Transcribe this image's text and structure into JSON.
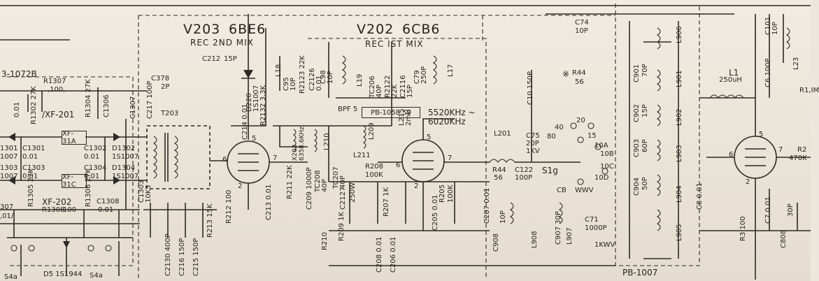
{
  "tubes": {
    "v203": {
      "ref": "V203",
      "type": "6BE6",
      "function": "REC 2ND MIX"
    },
    "v202": {
      "ref": "V202",
      "type": "6CB6",
      "function": "REC IST MIX"
    }
  },
  "boards": {
    "pb1058": "PB-1058.59",
    "pb1007": "PB-1007",
    "left": "3-1072B"
  },
  "filters": {
    "xf31a": "XF-31A",
    "xf31c": "XF-31C",
    "xf201": "/XF-201",
    "xf202": "XF-202"
  },
  "freq": {
    "line1": "5520KHz ~",
    "line2": "6020KHz"
  },
  "misc": {
    "bpf": "BPF 5",
    "s1g": "S1g",
    "cb": "CB",
    "wwv": "WWV",
    "rlim": "R1,IM",
    "r2": "R2",
    "hv": "1KWV",
    "marker": "※",
    "x203": "X203",
    "xtal": "6358.6KHz"
  },
  "labels": {
    "r1307": "R1307",
    "r1307v": ",100,",
    "r1302": "R1302 27K",
    "c1306": "C1306",
    "r1304": "R1304 27K",
    "c1301": "C1301",
    "c1301v": "0.01",
    "c1302": "C1302",
    "c1302v": "0.01",
    "d1302": "D1302",
    "d1302v": "1S1007",
    "c1303": "C1303",
    "c1303v": "0.01",
    "c1304": "C1304",
    "c1304v": "0.01",
    "d1304": "D1304",
    "d1304v": "1S1007",
    "r1305": "R1305 27K",
    "r1306": "R1306 27K",
    "c1308": "C1308",
    "c1308v": "0.01",
    "r1308": "R1308",
    "r1308v": "100",
    "t1301": "1301",
    "t1007a": "1007",
    "t1303": "1303",
    "t1007b": "1007",
    "t307": "307",
    "t01": ",01/",
    "t001": "0.01",
    "d5": "D5 1S1944",
    "s4a": "S4a",
    "s4b": "S4a",
    "c212": "C212",
    "c212v": "15P",
    "l18": "L18",
    "d220": "D220",
    "d220v": "1S1007",
    "c378": "C378",
    "c378v": "2P",
    "c217": "C217 100P",
    "c1307": "C1307",
    "t203": "T203",
    "c214": "C214 0.01",
    "r2132": "R2132 3.3K",
    "c95": "C95",
    "c95v": "10P",
    "r2123": "R2123 22K",
    "c2126": "C2126",
    "c2126v": "0.01",
    "c98": "C98",
    "c98v": "10P",
    "l19": "L19",
    "tc206": "TC206",
    "tc206v": "40P",
    "r2122": "R2122",
    "r2122v": "22K",
    "c2116": "C2116",
    "c2116v": "15P",
    "c79": "C79",
    "c79v": "250P",
    "l17": "L17",
    "l210": "L210",
    "l209": "L209",
    "l211": "L211",
    "l215": "L215",
    "l215v": "2mH",
    "r212": "R212 100",
    "c213": "C213 0.01",
    "r211": "R211 22K",
    "c209": "C209 1000P",
    "tc208": "TC208",
    "tc208v": "40P",
    "tc207": "TC207",
    "tc207v": "40P",
    "c2127": "C2127",
    "c2127v": "250W",
    "r208": "R208",
    "r208v": "100K",
    "r207": "R207 1K",
    "r205": "R205",
    "r205v": "100K",
    "c205": "C205 0.01",
    "r209": "R209 1K",
    "c208": "C208 0.01",
    "c206": "C206 0.01",
    "r210": "R210",
    "c2130": "C2130 400P",
    "c216": "C216 150P",
    "c215": "C215 150P",
    "r213": "R213 15K",
    "c1303x": "C1303",
    "c1303xv": "10K3",
    "c74": "C74",
    "c74v": "10P",
    "c10": "C10 150P",
    "r44a": "R44",
    "r44av": "56",
    "l201": "L201",
    "c75": "C75",
    "c75v": "20P",
    "c75hv": "1KV",
    "r44": "R44",
    "r44v": "56",
    "c122": "C122",
    "c122v": "100P",
    "c287": "C287 0.01",
    "c908": "C908",
    "c908v": "10P",
    "l908": "L908",
    "c907": "C907 30P",
    "l907": "L907",
    "c71": "C71",
    "c71v": "1000P",
    "c901": "C901",
    "c901v": "70P",
    "c902": "C902",
    "c902v": "15P",
    "c903": "C903",
    "c903v": "60P",
    "c904": "C904",
    "c904v": "50P",
    "l906": "L906",
    "l901": "L901",
    "l902": "L902",
    "l903": "L903",
    "l904": "L904",
    "l905": "L905",
    "c8": "C8 0.01",
    "l1": "L1",
    "l1v": "250uH",
    "c6": "C6 100P",
    "c101": "C101",
    "c101v": "10P",
    "l23": "L23",
    "r3": "R3 100",
    "c7": "C7 0.01",
    "c808": "C808",
    "c808v": "30P",
    "r2v": "470K",
    "p20": "20",
    "p40": "40",
    "p80": "80",
    "p15": "15",
    "p10a": "10A",
    "p10b": "10B",
    "p10c": "10C",
    "p10d": "10D",
    "pin5a": "5",
    "pin7a": "7",
    "pin6a": "6",
    "pin2a": "2",
    "pin5b": "5",
    "pin6b": "6",
    "pin7b": "7",
    "pin2b": "2",
    "pin5c": "5",
    "pin6c": "6",
    "pin7c": "7",
    "pin2c": "2"
  }
}
